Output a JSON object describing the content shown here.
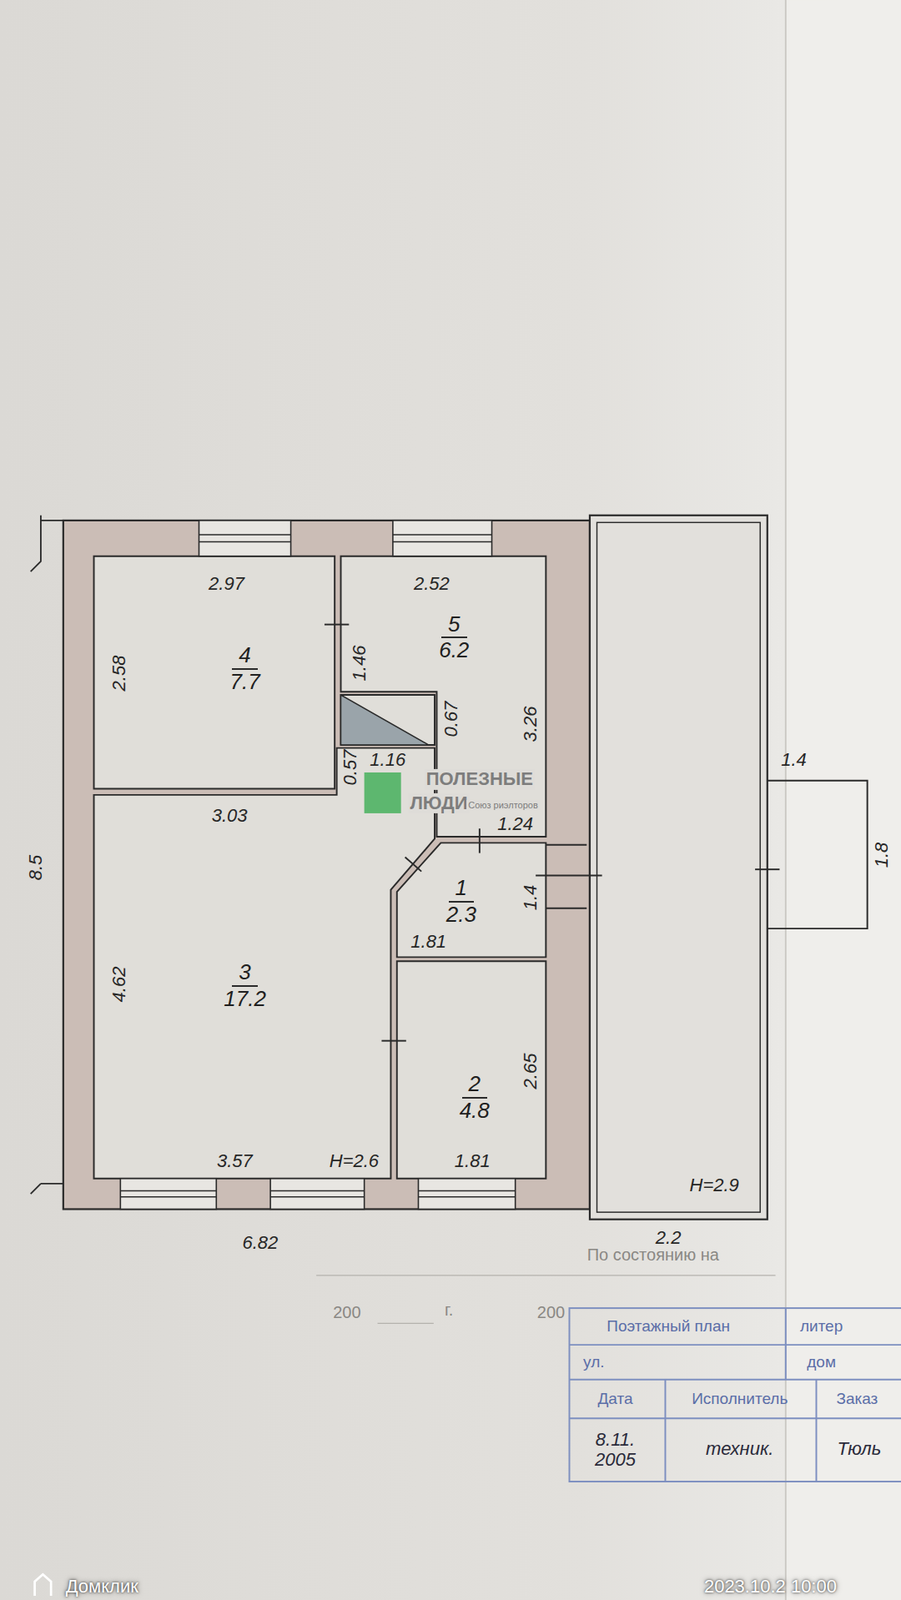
{
  "diagram": {
    "nodes": [
      {
        "text": [
          "4",
          "7.7"
        ]
      },
      {
        "text": [
          "5",
          "6.2"
        ]
      },
      {
        "text": [
          "3",
          "17.2"
        ]
      },
      {
        "text": [
          "1",
          "2.3"
        ]
      },
      {
        "text": [
          "2",
          "4.8"
        ]
      }
    ],
    "labels": [
      "2.97",
      "2.52",
      "1.46",
      "2.58",
      "0.67",
      "3.26",
      "1.16",
      "0.57",
      "3.03",
      "1.24",
      "1.4",
      "1.8",
      "8.5",
      "4.62",
      "1.81",
      "1.4",
      "2.65",
      "3.57",
      "Н=2.6",
      "1.81",
      "Н=2.9",
      "6.82",
      "2.2",
      "ПОЛЕЗНЫЕ",
      "ЛЮДИ",
      "Союз риэлторов",
      "По состоянию на",
      "200",
      "г.",
      "200",
      "Поэтажный план",
      "литер",
      "ул.",
      "дом",
      "Дата",
      "Исполнитель",
      "Заказ",
      "8.11. 2005",
      "техник.",
      "Тюль",
      "Домклик",
      "2023.10.2 10:00"
    ]
  }
}
